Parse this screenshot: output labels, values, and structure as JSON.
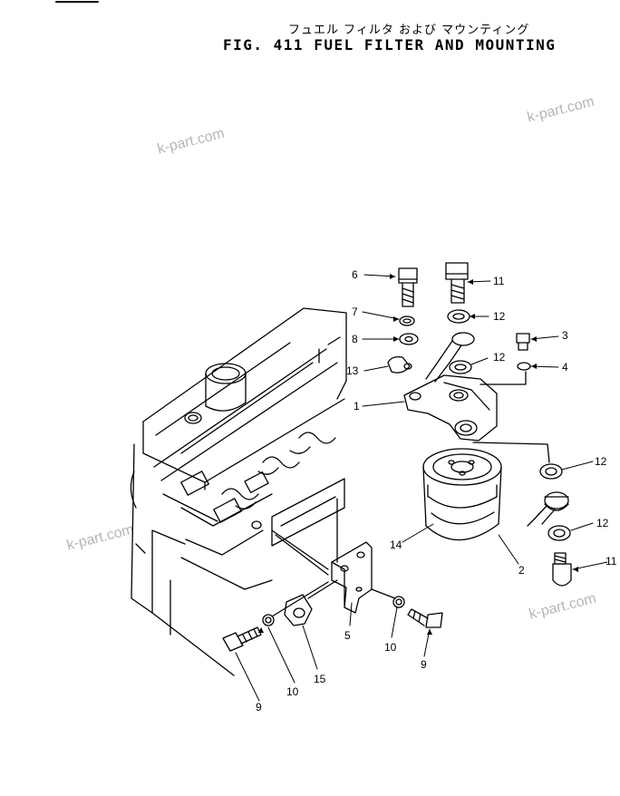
{
  "header": {
    "title_jp": "フュエル フィルタ および マウンティング",
    "title": "FIG. 411  FUEL FILTER AND MOUNTING"
  },
  "watermarks": [
    "k-part.com",
    "k-part.com",
    "k-part.com",
    "k-part.com"
  ],
  "callouts": [
    "6",
    "11",
    "7",
    "12",
    "8",
    "12",
    "13",
    "3",
    "4",
    "1",
    "12",
    "14",
    "2",
    "12",
    "11",
    "5",
    "15",
    "10",
    "9",
    "10",
    "9"
  ]
}
